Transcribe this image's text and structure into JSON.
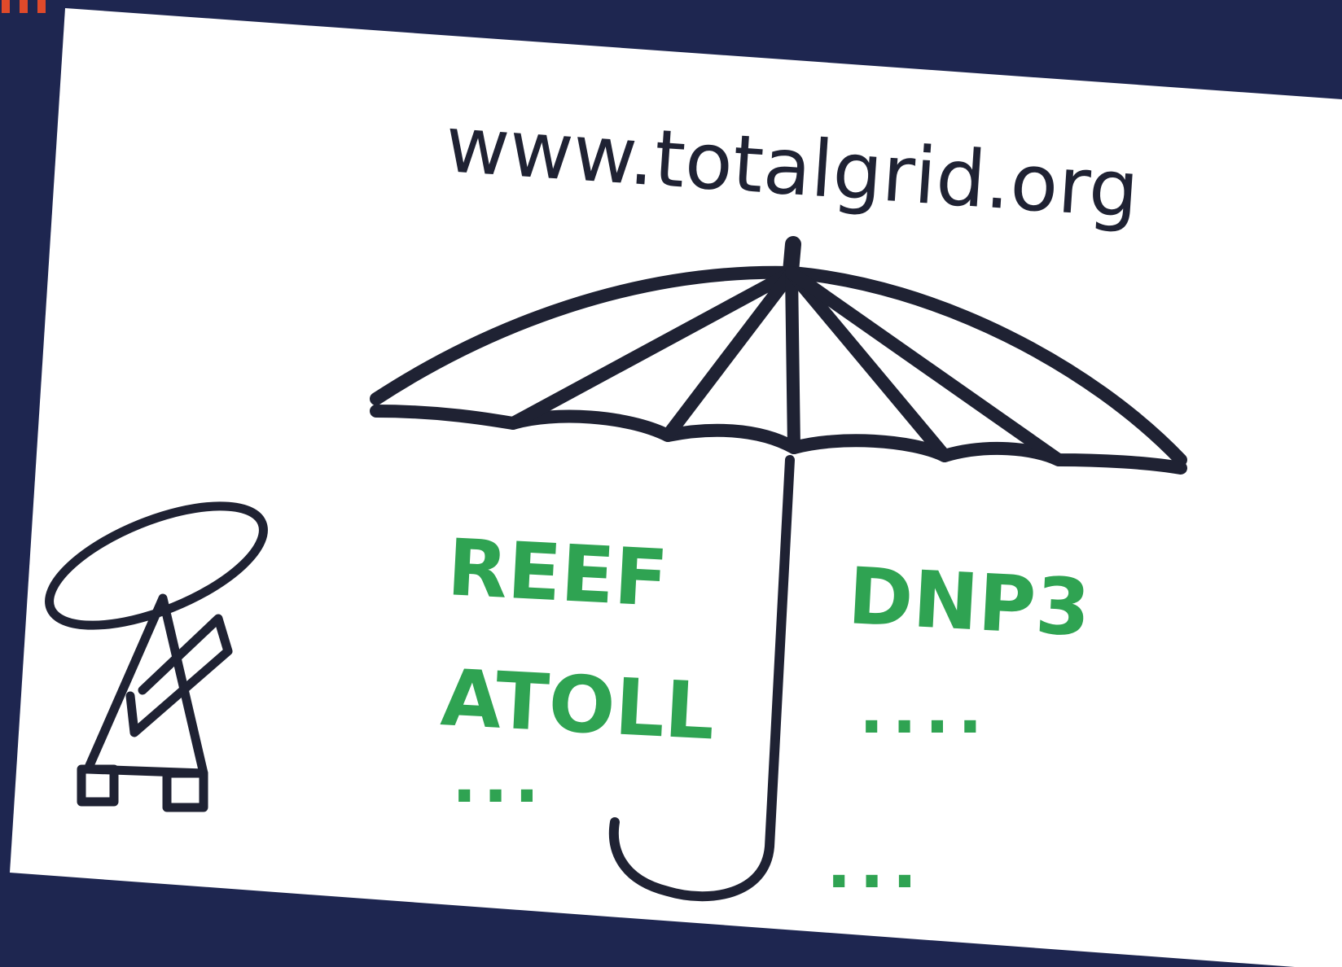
{
  "colors": {
    "background": "#1e2650",
    "card": "#ffffff",
    "ink": "#1f2233",
    "marker_green": "#2fa352",
    "corner_accent": "#e04a2a"
  },
  "url_text": "www.totalgrid.org",
  "left_list": {
    "items": [
      "REEF",
      "ATOLL",
      "..."
    ]
  },
  "right_list": {
    "items": [
      "DNP3",
      "....",
      "..."
    ]
  },
  "icons": {
    "umbrella": "umbrella-icon",
    "satellite_dish": "satellite-dish-icon"
  }
}
